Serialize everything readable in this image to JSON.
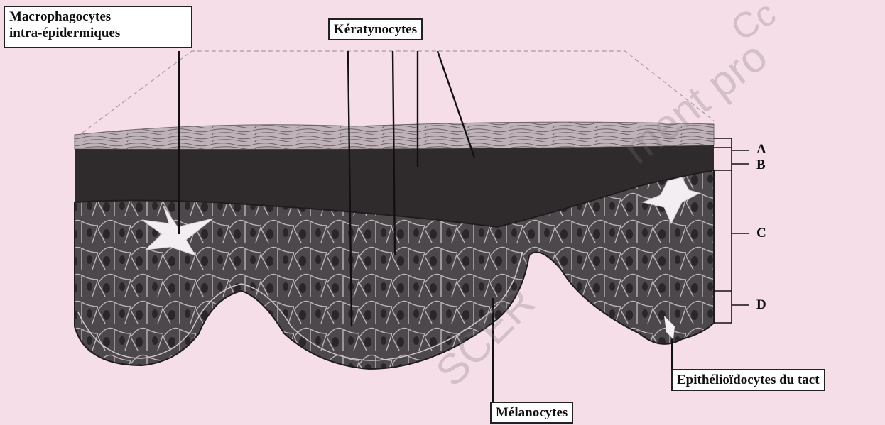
{
  "labels": {
    "macrophagocytes_line1": "Macrophagocytes",
    "macrophagocytes_line2": "intra-épidermiques",
    "keratinocytes": "Kératynocytes",
    "melanocytes": "Mélanocytes",
    "epithelioidocytes": "Epithélioïdocytes du tact"
  },
  "layers": [
    "A",
    "B",
    "C",
    "D"
  ],
  "watermark": {
    "text_1": "ment pro",
    "text_2": "SCER",
    "text_3": "Cc"
  },
  "colors": {
    "background": "#f6dee8",
    "tissue_dark": "#3a3a3a",
    "tissue_mid": "#5a5458",
    "cornified": "#9a8f95"
  }
}
